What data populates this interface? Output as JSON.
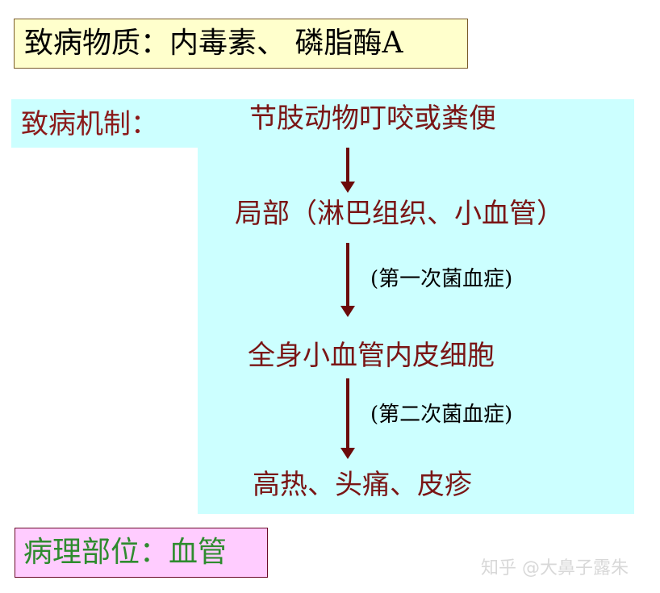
{
  "pathogenic_substance": "致病物质：内毒素、 磷脂酶A",
  "mechanism": {
    "label": "致病机制：",
    "steps": [
      "节肢动物叮咬或粪便",
      "局部（淋巴组织、小血管）",
      "全身小血管内皮细胞",
      "高热、头痛、皮疹"
    ],
    "notes": [
      "(第一次菌血症)",
      "(第二次菌血症)"
    ]
  },
  "pathological_site": "病理部位：血管",
  "watermark": "知乎 @大鼻子露朱",
  "colors": {
    "top_box_bg": "#ffffcc",
    "mechanism_bg": "#ccffff",
    "bottom_box_bg": "#ffccff",
    "step_text": "#7a1515",
    "arrow": "#6b0a0a",
    "bottom_text": "#2e8b2e"
  }
}
